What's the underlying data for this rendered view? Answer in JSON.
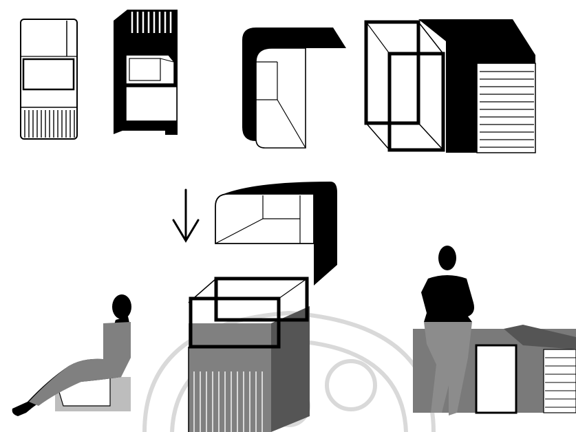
{
  "figure": {
    "panels": [
      {
        "id": "top-view",
        "kind": "plan"
      },
      {
        "id": "bookshelf-module",
        "kind": "elevation"
      },
      {
        "id": "l-shaped-seat",
        "kind": "isometric"
      },
      {
        "id": "frame-cabinet",
        "kind": "isometric"
      },
      {
        "id": "assembly",
        "kind": "exploded"
      },
      {
        "id": "seated-user",
        "kind": "usage"
      },
      {
        "id": "standing-user",
        "kind": "usage"
      }
    ],
    "arrow_direction": "down",
    "watermark": "emblem",
    "colors": {
      "ink": "#000000",
      "paper": "#ffffff",
      "overlay_gray": "#808080"
    }
  }
}
